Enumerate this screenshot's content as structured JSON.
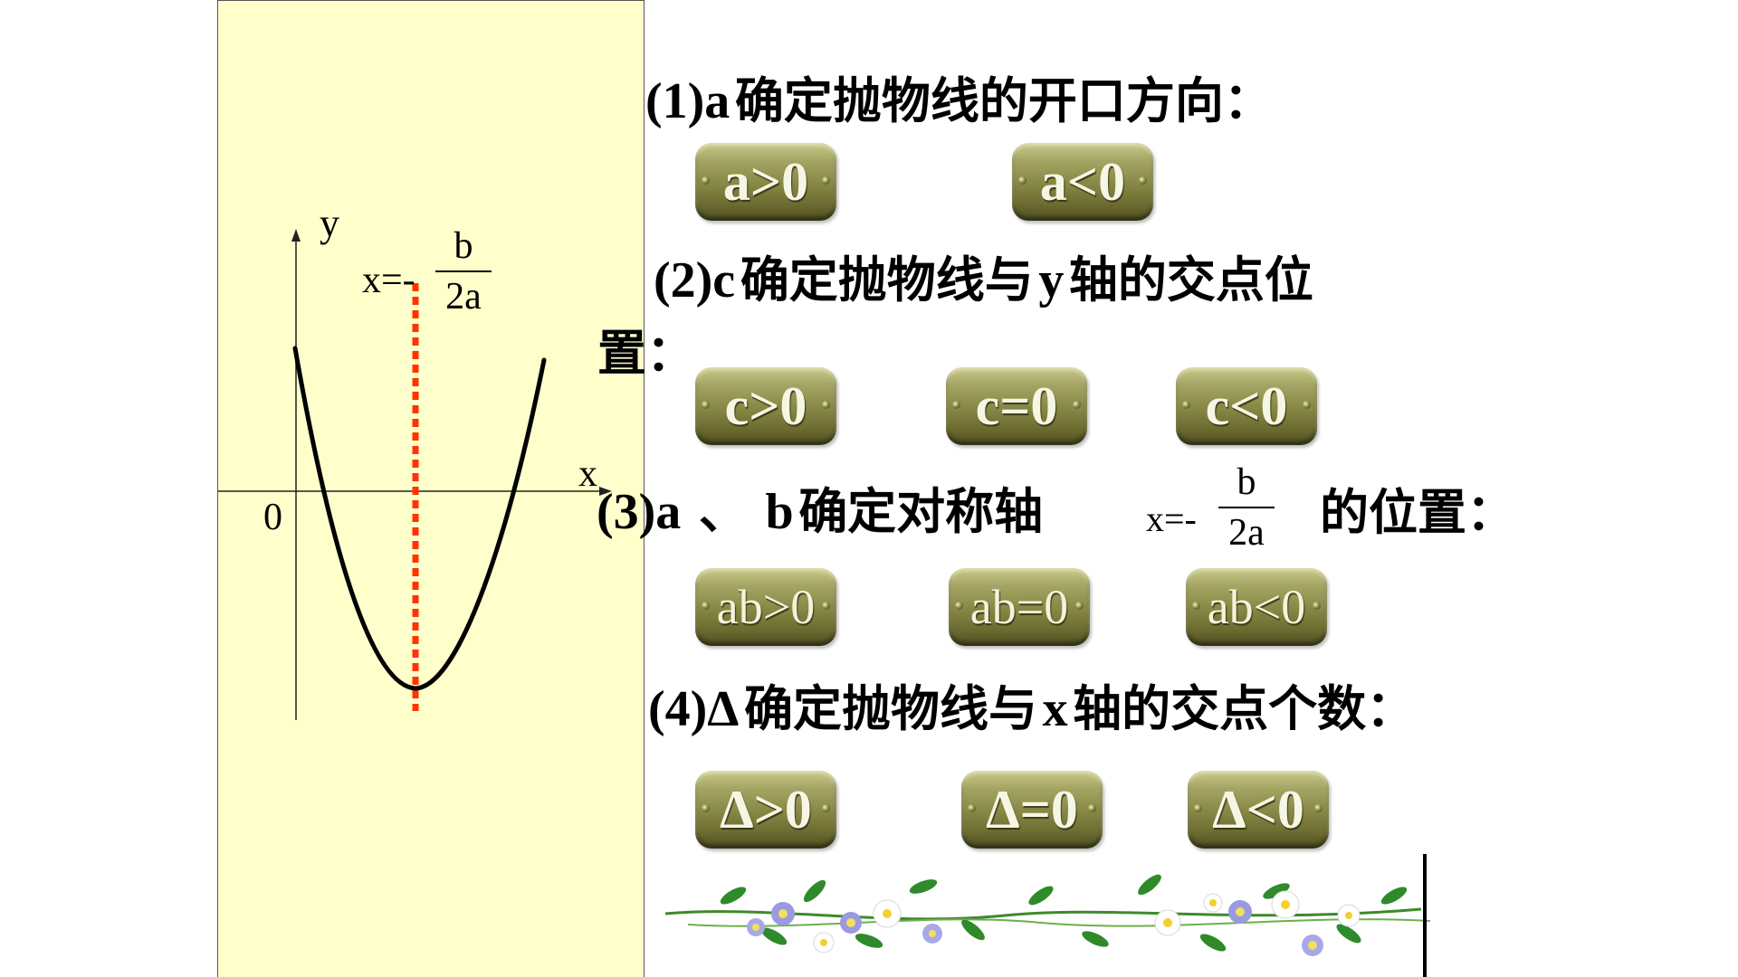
{
  "graph": {
    "y_axis_label": "y",
    "x_axis_label": "x",
    "origin_label": "0",
    "axis_eq_prefix": "x=-",
    "axis_eq_numerator": "b",
    "axis_eq_denominator": "2a",
    "curve_color": "#000000",
    "axis_line_color": "#ff3300"
  },
  "sections": [
    {
      "number": "(1)",
      "variable": "a",
      "text": "确定抛物线的开口方向：",
      "buttons": [
        "a>0",
        "a<0"
      ]
    },
    {
      "number": "(2)",
      "variable": "c",
      "text_part1": "确定抛物线与",
      "axis_var": "y",
      "text_part2": "轴的交点位",
      "text_wrap": "置：",
      "buttons": [
        "c>0",
        "c=0",
        "c<0"
      ]
    },
    {
      "number": "(3)",
      "variable": "a",
      "separator": "、",
      "variable2": "b",
      "text_part1": "确定对称轴",
      "eq_prefix": "x=-",
      "eq_numerator": "b",
      "eq_denominator": "2a",
      "text_part2": "的位置：",
      "buttons": [
        "ab>0",
        "ab=0",
        "ab<0"
      ]
    },
    {
      "number": "(4)",
      "variable": "Δ",
      "text_part1": "确定抛物线与",
      "axis_var": "x",
      "text_part2": "轴的交点个数：",
      "buttons": [
        "Δ>0",
        "Δ=0",
        "Δ<0"
      ]
    }
  ],
  "colors": {
    "panel_bg": "#ffffcc",
    "plaque_text": "#f6f6e4"
  }
}
